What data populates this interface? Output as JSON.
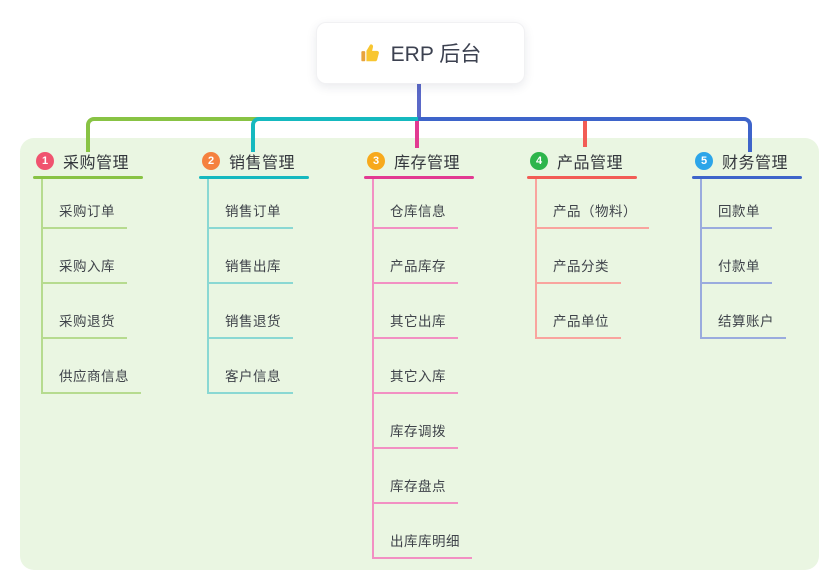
{
  "root_node": {
    "icon": "thumbs-up-icon",
    "title": "ERP 后台"
  },
  "colors": {
    "page_background": "#ffffff",
    "panel_background": "#eaf6e2",
    "trunk": "#5b69c8",
    "root_text": "#3c4150",
    "branch_text": "#33363c",
    "child_text": "#3f434a"
  },
  "branches": [
    {
      "index": "1",
      "label": "采购管理",
      "badge_color": "#f0536f",
      "line_color": "#88c344",
      "child_line_color": "#b6db8f",
      "children": [
        "采购订单",
        "采购入库",
        "采购退货",
        "供应商信息"
      ]
    },
    {
      "index": "2",
      "label": "销售管理",
      "badge_color": "#f5813f",
      "line_color": "#15b9bf",
      "child_line_color": "#8ad8d3",
      "children": [
        "销售订单",
        "销售出库",
        "销售退货",
        "客户信息"
      ]
    },
    {
      "index": "3",
      "label": "库存管理",
      "badge_color": "#f7a91c",
      "line_color": "#e23a92",
      "child_line_color": "#f290c3",
      "children": [
        "仓库信息",
        "产品库存",
        "其它出库",
        "其它入库",
        "库存调拨",
        "库存盘点",
        "出库库明细"
      ]
    },
    {
      "index": "4",
      "label": "产品管理",
      "badge_color": "#2db54b",
      "line_color": "#f25c55",
      "child_line_color": "#f9a49e",
      "children": [
        "产品（物料）",
        "产品分类",
        "产品单位"
      ]
    },
    {
      "index": "5",
      "label": "财务管理",
      "badge_color": "#2ca5e9",
      "line_color": "#3e64ca",
      "child_line_color": "#9aabde",
      "children": [
        "回款单",
        "付款单",
        "结算账户"
      ]
    }
  ]
}
